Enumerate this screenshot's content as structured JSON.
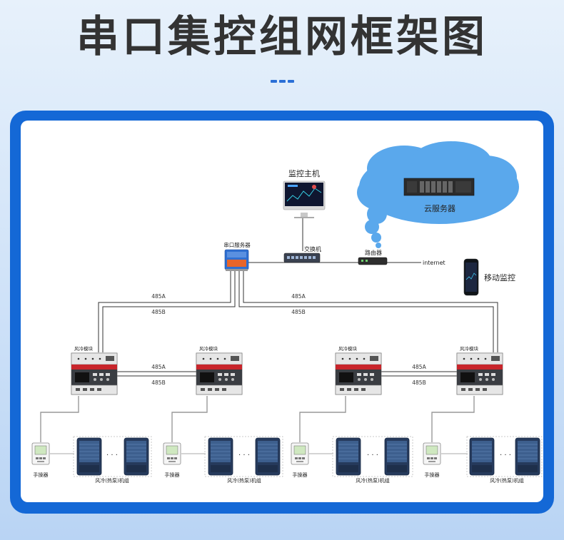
{
  "title": "串口集控组网框架图",
  "colors": {
    "accent": "#2b6fd6",
    "frame": "#1468d6",
    "cloud": "#5aa8ec",
    "module_red": "#c8252b",
    "module_dark": "#3a3d42"
  },
  "labels": {
    "monitor_host": "监控主机",
    "cloud_server": "云服务器",
    "serial_server": "串口服务器",
    "switch": "交换机",
    "router": "路由器",
    "internet": "internet",
    "mobile_monitor": "移动监控",
    "line_485a": "485A",
    "line_485b": "485B",
    "air_module": "风冷模块",
    "controller": "手操器",
    "unit_group": "风冷(热泵)机组",
    "ellipsis": "· · ·"
  },
  "icons": [
    "monitor-icon",
    "cloud-icon",
    "server-rack-icon",
    "serial-server-icon",
    "switch-icon",
    "router-icon",
    "phone-icon",
    "air-module-icon",
    "controller-icon",
    "heat-pump-unit-icon"
  ]
}
